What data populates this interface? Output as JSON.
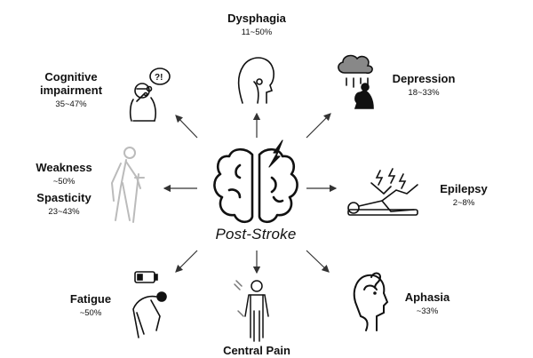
{
  "center": {
    "label": "Post-Stroke",
    "icon": "brain-lightning-icon"
  },
  "conditions": [
    {
      "id": "dysphagia",
      "title": "Dysphagia",
      "percent": "11~50%",
      "icon": "throat-profile-icon"
    },
    {
      "id": "depression",
      "title": "Depression",
      "percent": "18~33%",
      "icon": "rain-cloud-person-icon"
    },
    {
      "id": "epilepsy",
      "title": "Epilepsy",
      "percent": "2~8%",
      "icon": "seizure-person-icon"
    },
    {
      "id": "aphasia",
      "title": "Aphasia",
      "percent": "~33%",
      "icon": "speaking-head-question-icon"
    },
    {
      "id": "central-pain",
      "title": "Central Pain",
      "percent": "",
      "icon": "body-pain-icon"
    },
    {
      "id": "fatigue",
      "title": "Fatigue",
      "percent": "~50%",
      "icon": "low-battery-person-icon"
    },
    {
      "id": "weakness",
      "title": "Weakness",
      "percent": "~50%",
      "icon": "crutch-person-icon"
    },
    {
      "id": "spasticity",
      "title": "Spasticity",
      "percent": "23~43%",
      "icon": "crutch-person-icon"
    },
    {
      "id": "cognitive",
      "title": "Cognitive impairment",
      "percent": "35~47%",
      "icon": "confused-person-icon"
    }
  ],
  "colors": {
    "ink": "#111111",
    "arrow": "#333333",
    "faded": "#bbbbbb"
  }
}
